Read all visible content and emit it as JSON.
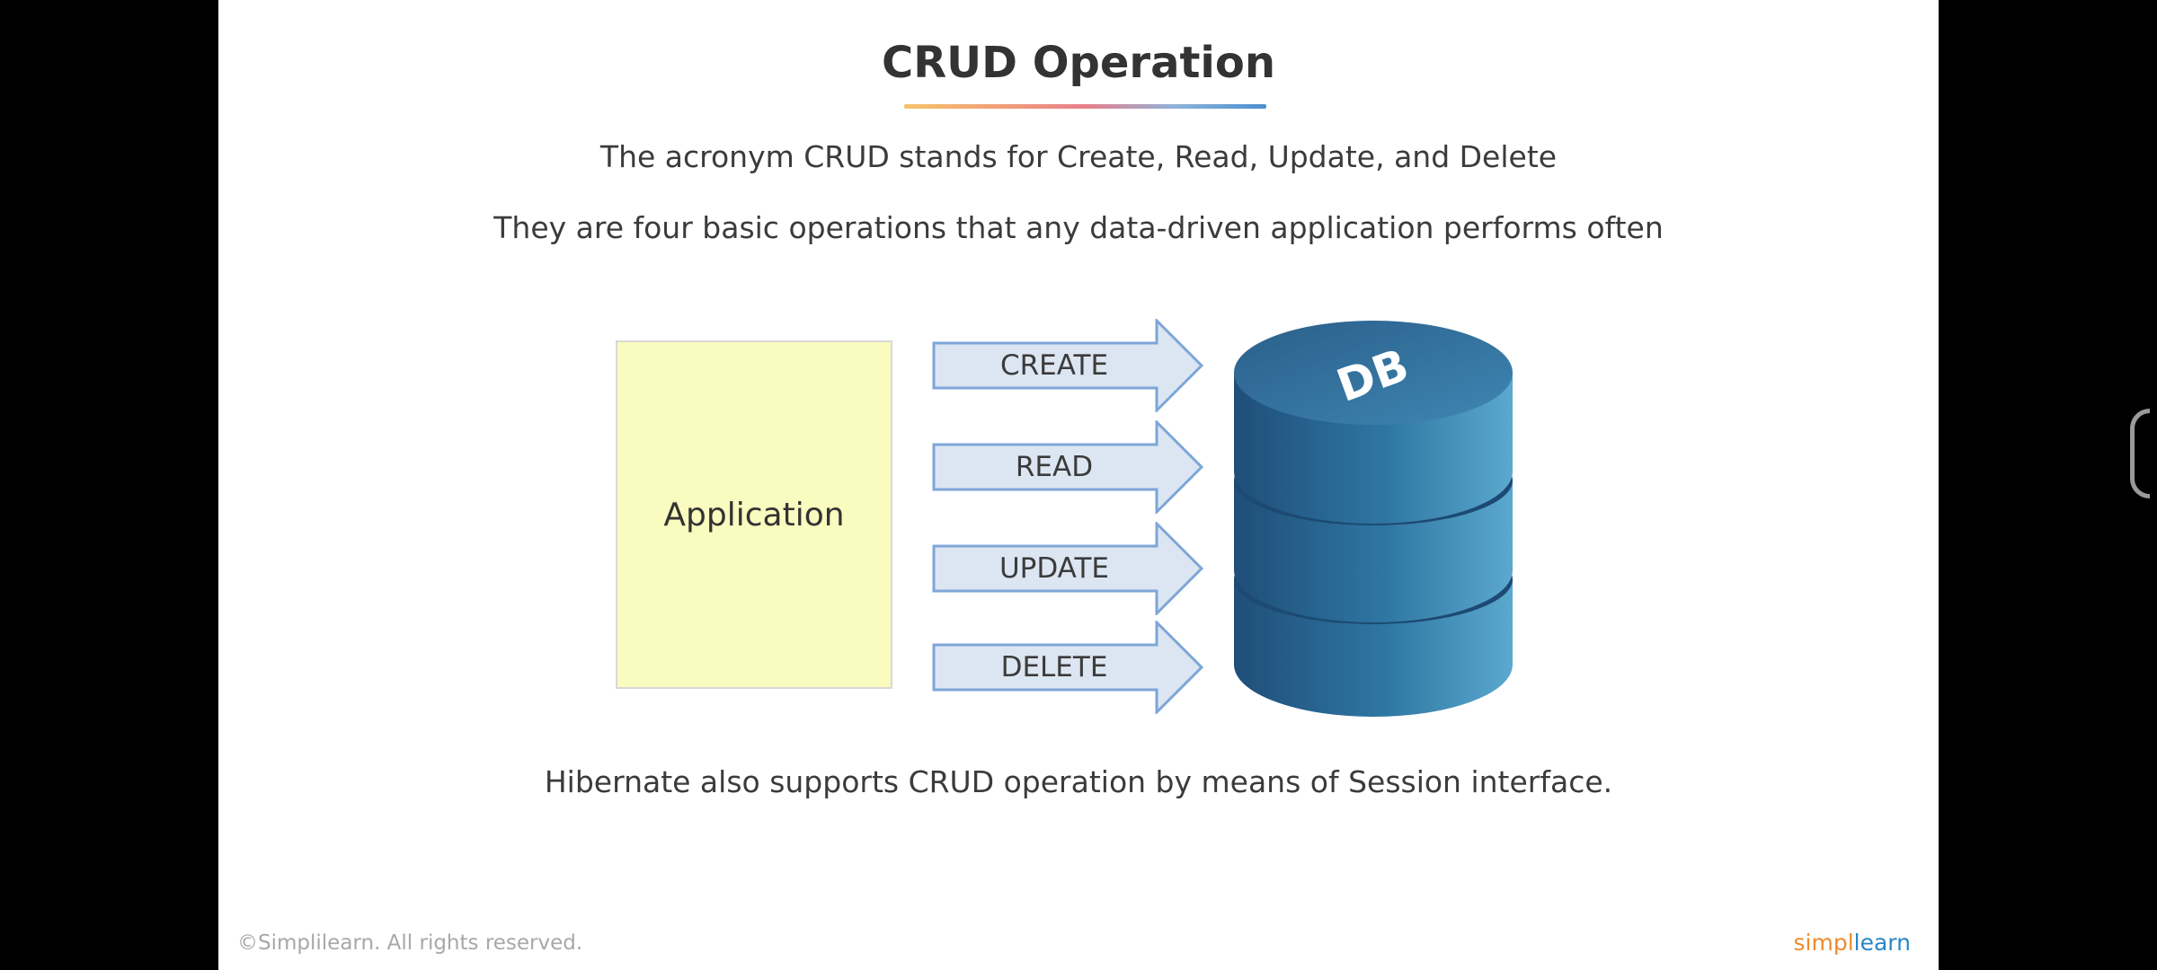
{
  "slide": {
    "title": "CRUD Operation",
    "line1": "The acronym CRUD stands for Create, Read, Update, and Delete",
    "line2": "They are four basic operations that any data-driven application performs often",
    "line3": "Hibernate also supports CRUD operation by means of Session interface."
  },
  "diagram": {
    "app_label": "Application",
    "arrows": [
      "CREATE",
      "READ",
      "UPDATE",
      "DELETE"
    ],
    "db_label": "DB"
  },
  "footer": {
    "copyright": "©Simplilearn. All rights reserved.",
    "logo_part1": "simpl",
    "logo_part2": "learn"
  },
  "colors": {
    "app_fill": "#f9fbbf",
    "arrow_fill": "#dce6f2",
    "arrow_stroke": "#7ea6d8",
    "db_dark": "#1f4e79",
    "db_light": "#5ba9cf"
  }
}
